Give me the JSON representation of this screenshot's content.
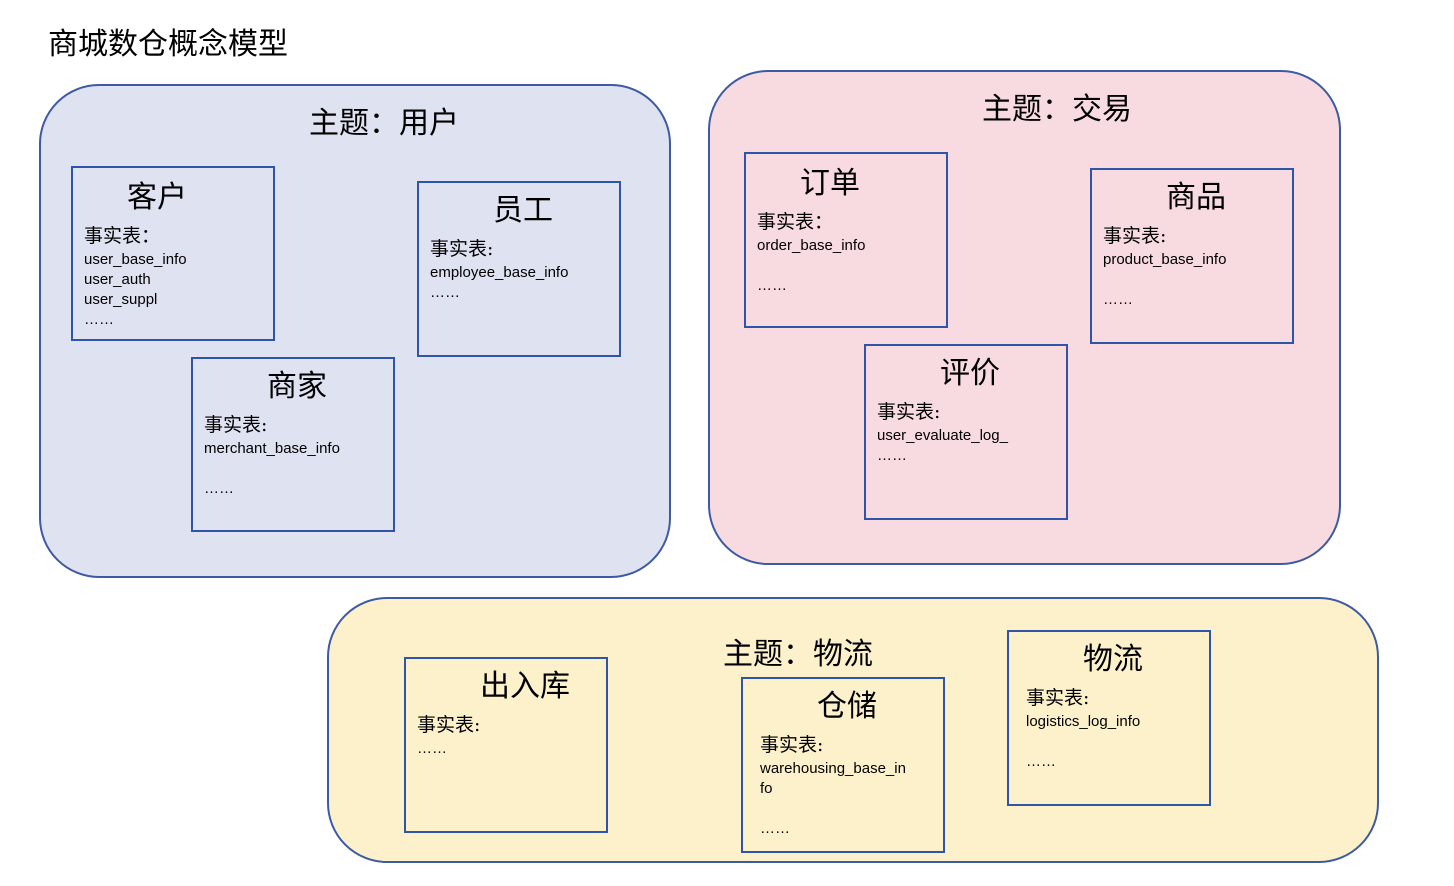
{
  "page_title": "商城数仓概念模型",
  "colors": {
    "user_fill": "#dfe2f1",
    "trade_fill": "#f8dbe0",
    "logistics_fill": "#fdf1cc",
    "border": "#2f54a8"
  },
  "groups": {
    "user": {
      "title": "主题：用户",
      "entities": {
        "customer": {
          "name": "客户",
          "fact_label": "事实表：",
          "tables": [
            "user_base_info",
            "user_auth",
            "user_suppl"
          ],
          "ellipsis": "……"
        },
        "employee": {
          "name": "员工",
          "fact_label": "事实表:",
          "tables": [
            "employee_base_info"
          ],
          "ellipsis": "……"
        },
        "merchant": {
          "name": "商家",
          "fact_label": "事实表:",
          "tables": [
            "merchant_base_info"
          ],
          "ellipsis": "……"
        }
      }
    },
    "trade": {
      "title": "主题：交易",
      "entities": {
        "order": {
          "name": "订单",
          "fact_label": "事实表：",
          "tables": [
            "order_base_info"
          ],
          "ellipsis": "……"
        },
        "product": {
          "name": "商品",
          "fact_label": "事实表:",
          "tables": [
            "product_base_info"
          ],
          "ellipsis": "……"
        },
        "review": {
          "name": "评价",
          "fact_label": "事实表:",
          "tables": [
            "user_evaluate_log_"
          ],
          "ellipsis": "……"
        }
      }
    },
    "logistics": {
      "title": "主题：物流",
      "entities": {
        "inout": {
          "name": "出入库",
          "fact_label": "事实表:",
          "tables": [],
          "ellipsis": "……"
        },
        "storage": {
          "name": "仓储",
          "fact_label": "事实表:",
          "tables": [
            "warehousing_base_in",
            "fo"
          ],
          "ellipsis": "……"
        },
        "logistics": {
          "name": "物流",
          "fact_label": "事实表:",
          "tables": [
            "logistics_log_info"
          ],
          "ellipsis": "……"
        }
      }
    }
  }
}
